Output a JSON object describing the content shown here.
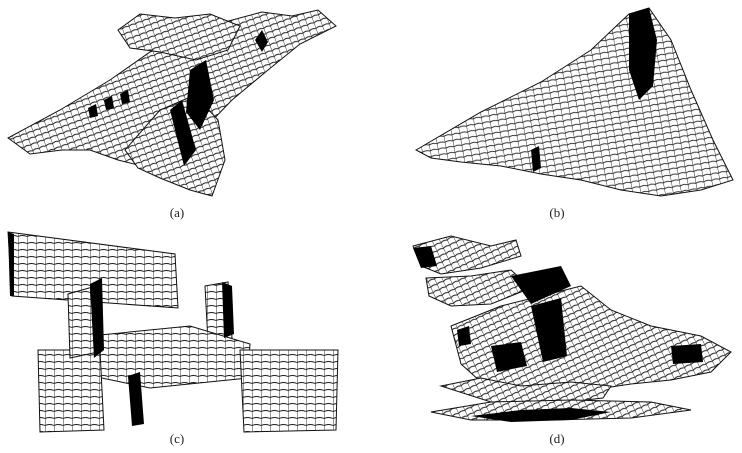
{
  "figure": {
    "panels": [
      {
        "id": "a",
        "caption": "(a)"
      },
      {
        "id": "b",
        "caption": "(b)"
      },
      {
        "id": "c",
        "caption": "(c)"
      },
      {
        "id": "d",
        "caption": "(d)"
      }
    ]
  },
  "colors": {
    "mesh_line": "#1a1a1a",
    "shadow": "#000000",
    "surface": "#ffffff"
  }
}
